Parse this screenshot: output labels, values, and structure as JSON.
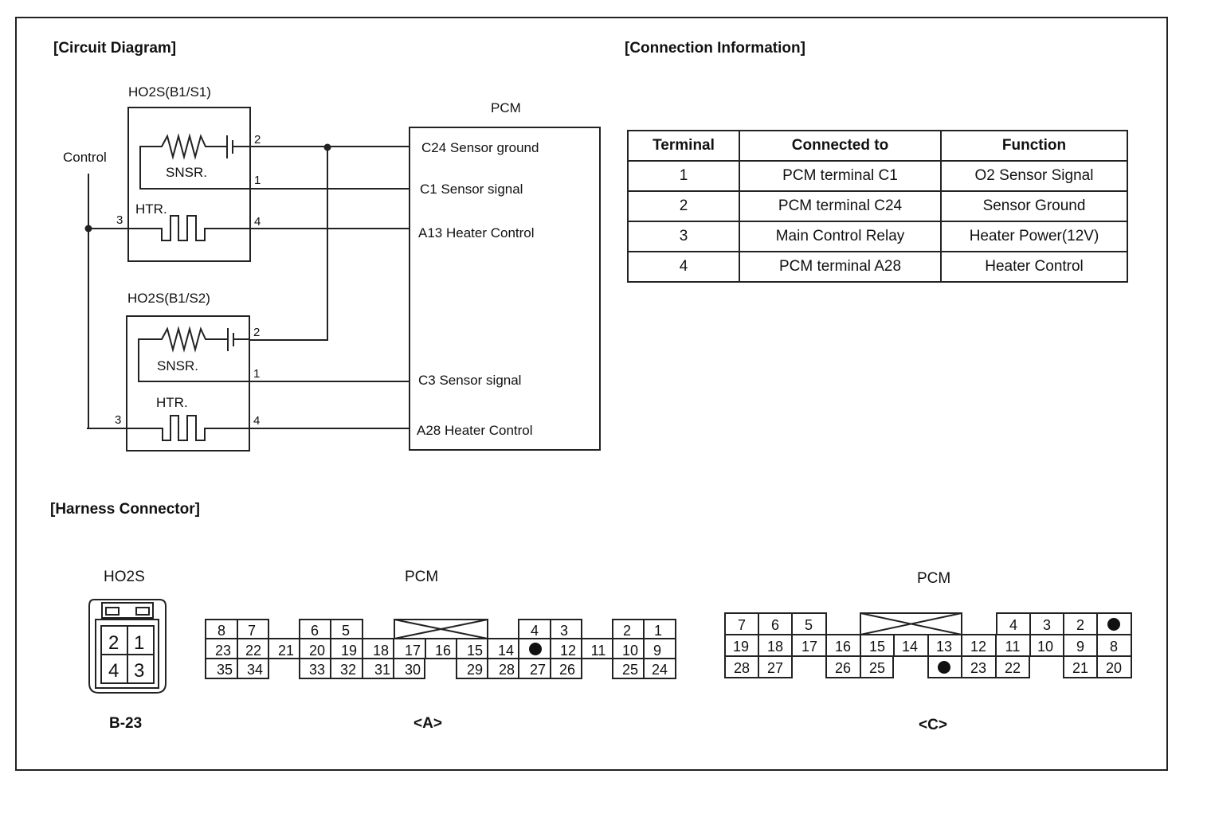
{
  "circuit": {
    "title": "[Circuit Diagram]",
    "control_label": "Control",
    "pcm_label": "PCM",
    "sensor1": {
      "title": "HO2S(B1/S1)",
      "snsr": "SNSR.",
      "htr": "HTR.",
      "pin2": "2",
      "pin1": "1",
      "pin3": "3",
      "pin4": "4"
    },
    "sensor2": {
      "title": "HO2S(B1/S2)",
      "snsr": "SNSR.",
      "htr": "HTR.",
      "pin2": "2",
      "pin1": "1",
      "pin3": "3",
      "pin4": "4"
    },
    "pcm_pins": [
      "C24 Sensor ground",
      "C1 Sensor signal",
      "A13 Heater Control",
      "C3 Sensor signal",
      "A28 Heater Control"
    ]
  },
  "connection": {
    "title": "[Connection Information]",
    "headers": [
      "Terminal",
      "Connected to",
      "Function"
    ],
    "rows": [
      [
        "1",
        "PCM terminal C1",
        "O2 Sensor Signal"
      ],
      [
        "2",
        "PCM terminal C24",
        "Sensor Ground"
      ],
      [
        "3",
        "Main Control Relay",
        "Heater Power(12V)"
      ],
      [
        "4",
        "PCM terminal A28",
        "Heater Control"
      ]
    ]
  },
  "harness": {
    "title": "[Harness Connector]",
    "ho2s": {
      "title": "HO2S",
      "pins": [
        "2",
        "1",
        "4",
        "3"
      ],
      "id": "B-23"
    },
    "pcm_a": {
      "title": "PCM",
      "id": "<A>",
      "row1": [
        "8",
        "7",
        "6",
        "5",
        "4",
        "3",
        "2",
        "1"
      ],
      "row2": [
        "23",
        "22",
        "21",
        "20",
        "19",
        "18",
        "17",
        "16",
        "15",
        "14",
        "12",
        "11",
        "10",
        "9"
      ],
      "row3": [
        "35",
        "34",
        "33",
        "32",
        "31",
        "30",
        "29",
        "28",
        "27",
        "26",
        "25",
        "24"
      ]
    },
    "pcm_c": {
      "title": "PCM",
      "id": "<C>",
      "row1": [
        "7",
        "6",
        "5",
        "4",
        "3",
        "2"
      ],
      "row2": [
        "19",
        "18",
        "17",
        "16",
        "15",
        "14",
        "13",
        "12",
        "11",
        "10",
        "9",
        "8"
      ],
      "row3": [
        "28",
        "27",
        "26",
        "25",
        "23",
        "22",
        "21",
        "20"
      ]
    }
  }
}
